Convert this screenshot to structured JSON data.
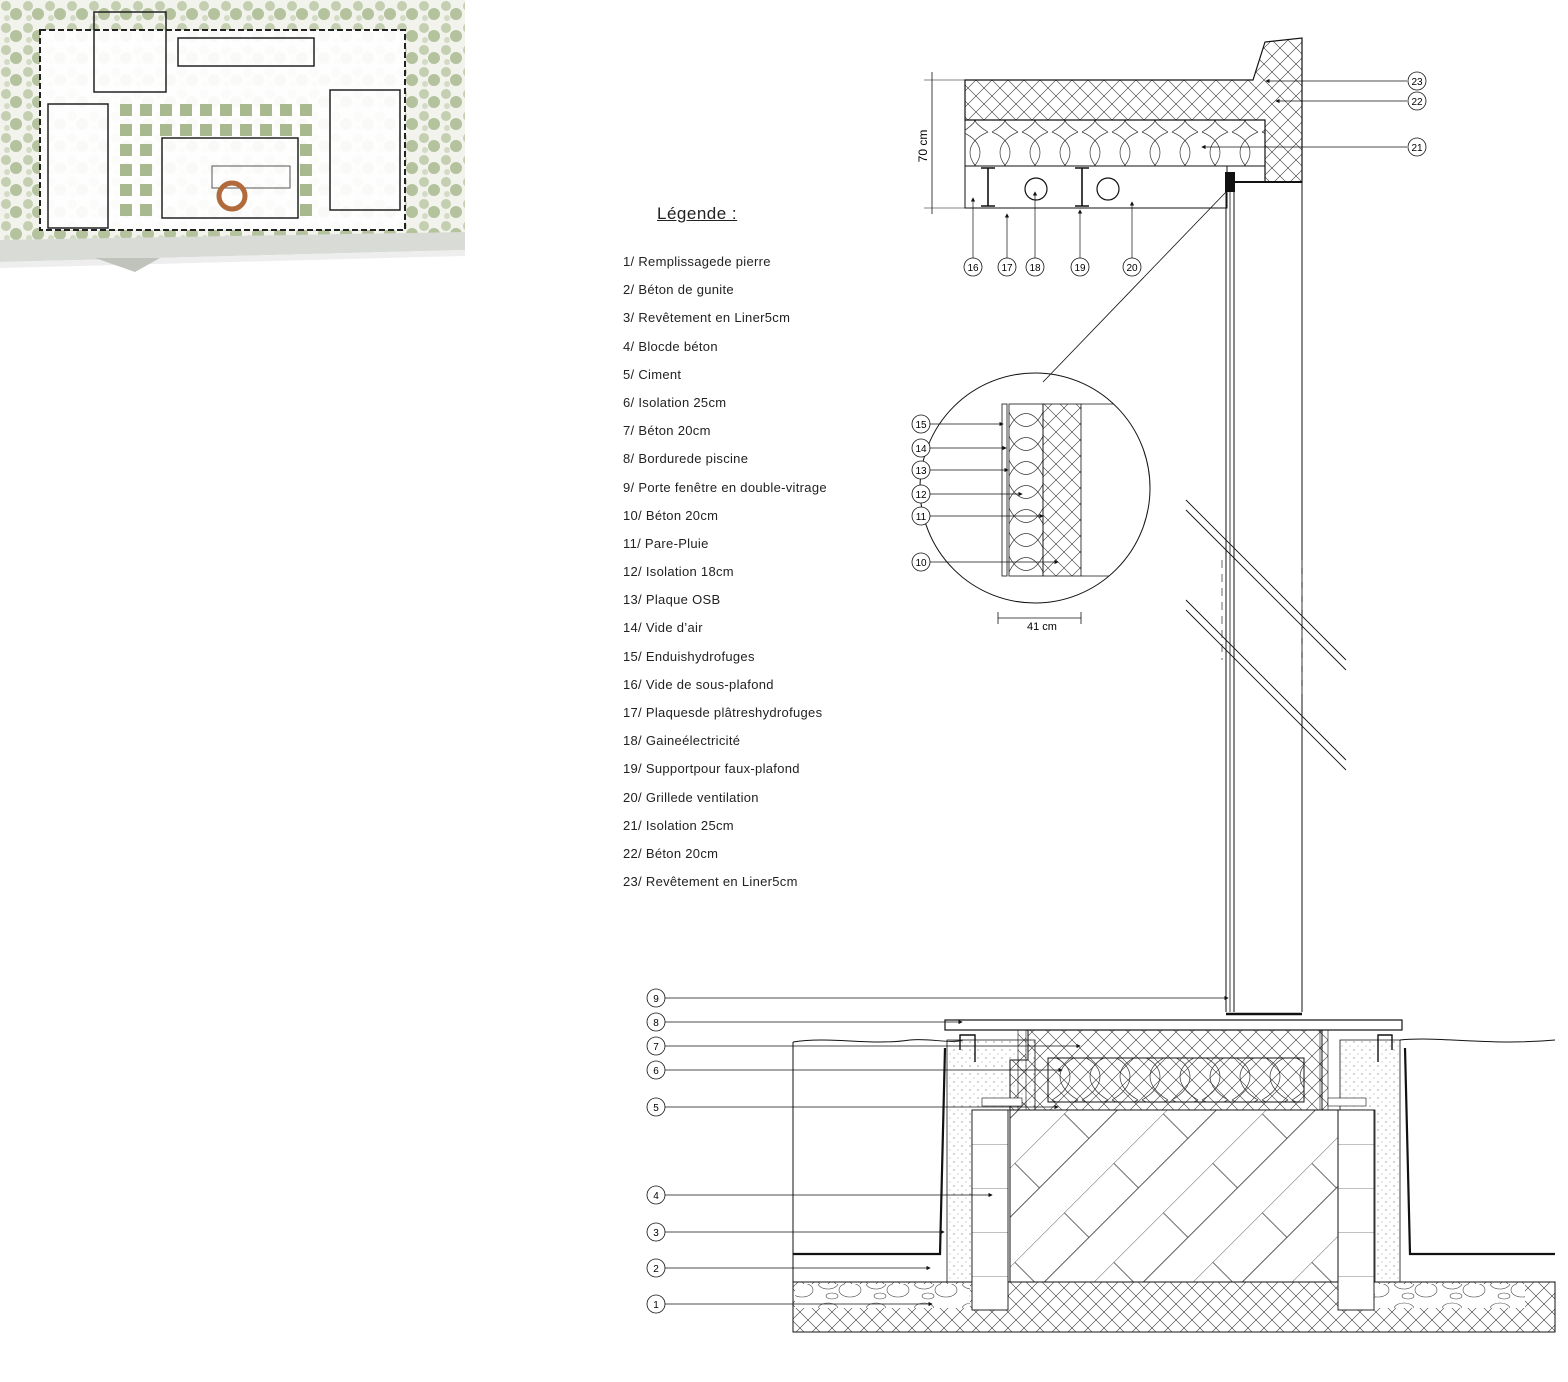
{
  "legend": {
    "title": "Légende :",
    "items": [
      "1/ Remplissagede pierre",
      "2/ Béton de gunite",
      "3/ Revêtement en Liner5cm",
      "4/ Blocde béton",
      "5/ Ciment",
      "6/ Isolation 25cm",
      "7/ Béton 20cm",
      "8/ Bordurede piscine",
      "9/ Porte fenêtre en double-vitrage",
      "10/ Béton 20cm",
      "11/ Pare-Pluie",
      "12/ Isolation 18cm",
      "13/ Plaque OSB",
      "14/ Vide d’air",
      "15/ Enduishydrofuges",
      "16/ Vide de sous-plafond",
      "17/ Plaquesde plâtreshydrofuges",
      "18/ Gaineélectricité",
      "19/ Supportpour faux-plafond",
      "20/ Grillede ventilation",
      "21/ Isolation 25cm",
      "22/ Béton 20cm",
      "23/ Revêtement en Liner5cm"
    ]
  },
  "dimensions": {
    "roof_height": "70 cm",
    "wall_thickness": "41 cm"
  },
  "callouts": {
    "roof": [
      "16",
      "17",
      "18",
      "19",
      "20"
    ],
    "roof_right": [
      "23",
      "22",
      "21"
    ],
    "detail": [
      "15",
      "14",
      "13",
      "12",
      "11",
      "10"
    ],
    "foundation": [
      "9",
      "8",
      "7",
      "6",
      "5",
      "4",
      "3",
      "2",
      "1"
    ]
  },
  "colors": {
    "line": "#1a1a1a",
    "vegetation": "#a9b98f",
    "highlight_ring": "#b06a3b"
  }
}
